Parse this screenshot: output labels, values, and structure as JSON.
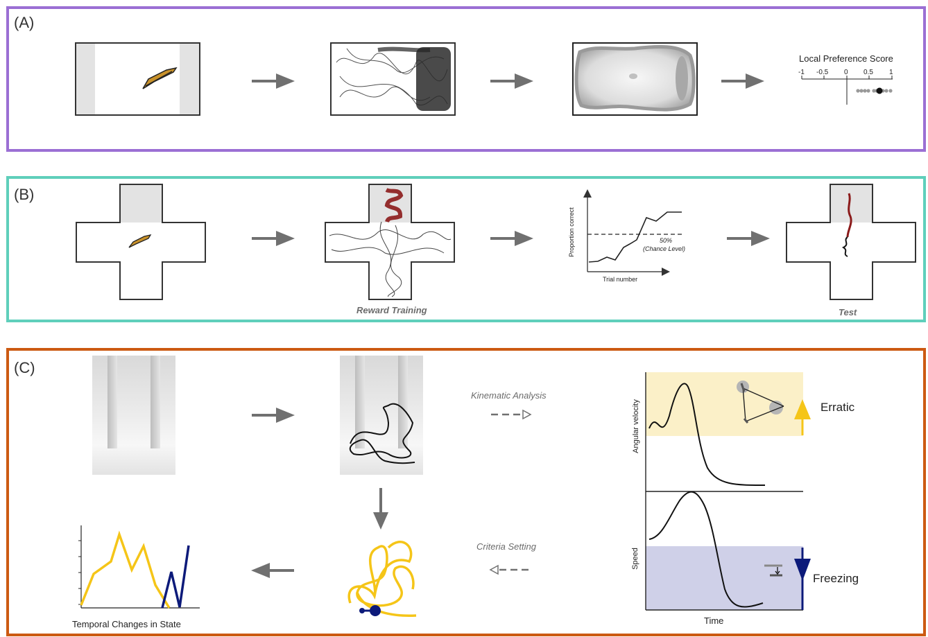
{
  "panels": {
    "a": {
      "label": "(A)",
      "score_title": "Local Preference Score",
      "ticks": [
        "-1",
        "-0.5",
        "0",
        "0.5",
        "1"
      ]
    },
    "b": {
      "label": "(B)",
      "reward_caption": "Reward Training",
      "test_caption": "Test",
      "plot": {
        "ylabel": "Proportion correct",
        "xlabel": "Trial number",
        "chance_pct": "50%",
        "chance_label": "(Chance Level)"
      }
    },
    "c": {
      "label": "(C)",
      "kinematic_caption": "Kinematic Analysis",
      "criteria_caption": "Criteria Setting",
      "temporal_caption": "Temporal Changes in State",
      "plot": {
        "ylabel_top": "Angular velocity",
        "ylabel_bottom": "Speed",
        "xlabel": "Time",
        "erratic_label": "Erratic",
        "freezing_label": "Freezing"
      }
    }
  },
  "colors": {
    "panel_a": "#9b6fd4",
    "panel_b": "#5fcfbb",
    "panel_c": "#cc5a12",
    "erratic": "#f5c518",
    "freezing": "#0c1a7a",
    "arrow": "#707070",
    "reward_trace": "#8b1a1a"
  }
}
